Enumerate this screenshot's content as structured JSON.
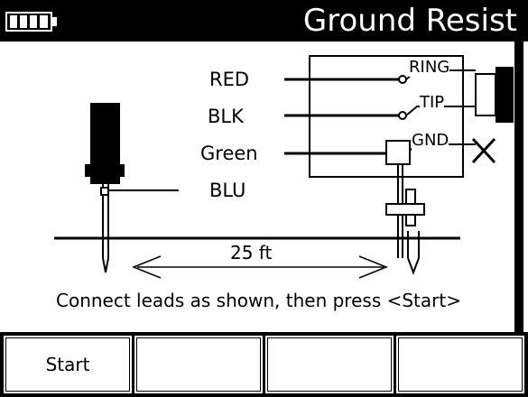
{
  "header": {
    "title": "Ground Resist",
    "battery_icon": "battery-full-icon"
  },
  "diagram": {
    "lead_labels": {
      "red": "RED",
      "blk": "BLK",
      "green": "Green",
      "blu": "BLU"
    },
    "terminal_labels": {
      "ring": "RING",
      "tip": "TIP",
      "gnd": "GND"
    },
    "distance": "25 ft"
  },
  "instruction": "Connect leads as shown, then press <Start>",
  "softkeys": [
    {
      "label": "Start"
    },
    {
      "label": ""
    },
    {
      "label": ""
    },
    {
      "label": ""
    }
  ],
  "colors": {
    "foreground": "#000000",
    "background": "#ffffff"
  }
}
